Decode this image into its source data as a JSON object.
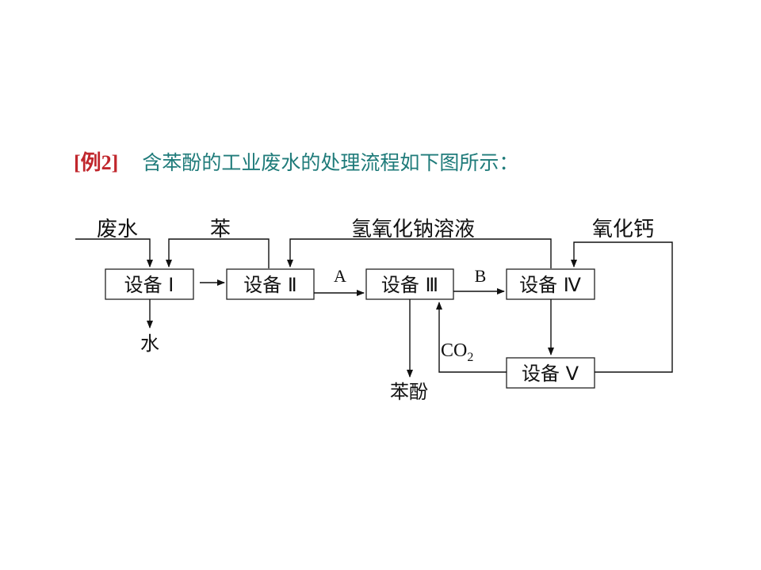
{
  "header": {
    "example_label": "[例2]",
    "question": "含苯酚的工业废水的处理流程如下图所示："
  },
  "diagram": {
    "devices": {
      "d1": "设备 Ⅰ",
      "d2": "设备 Ⅱ",
      "d3": "设备 Ⅲ",
      "d4": "设备 Ⅳ",
      "d5": "设备 Ⅴ"
    },
    "inputs": {
      "waste_water": "废水",
      "benzene": "苯",
      "naoh_solution": "氢氧化钠溶液",
      "calcium_oxide": "氧化钙"
    },
    "outputs": {
      "water": "水",
      "phenol": "苯酚"
    },
    "streams": {
      "a": "A",
      "b": "B",
      "co2_main": "CO",
      "co2_sub": "2"
    }
  }
}
